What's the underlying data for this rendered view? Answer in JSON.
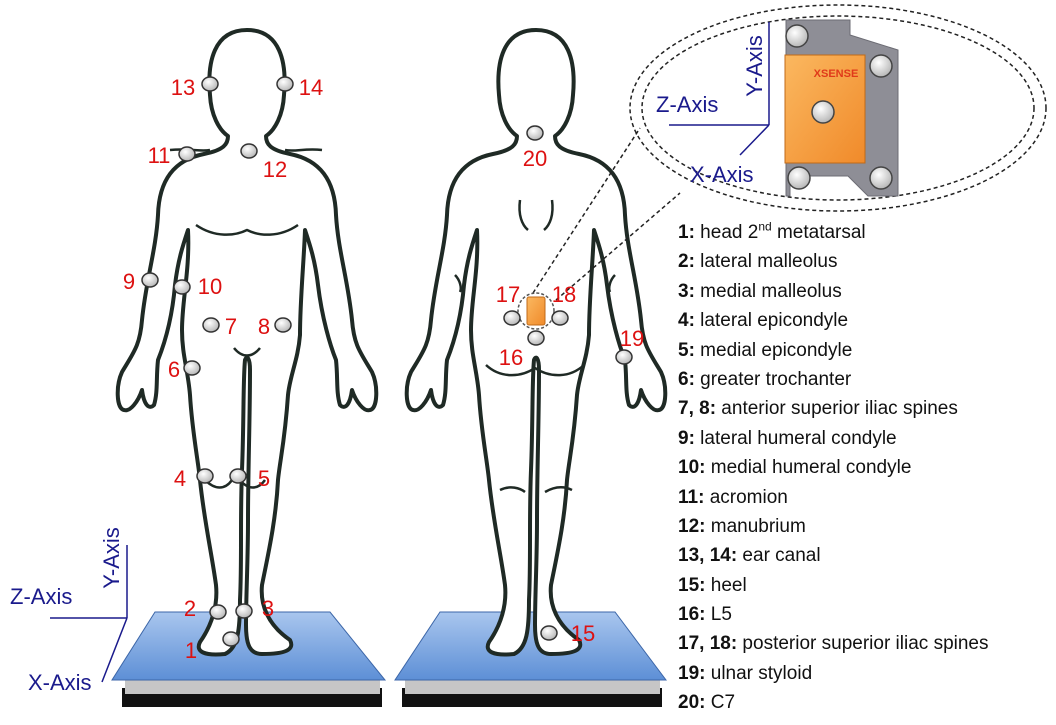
{
  "colors": {
    "marker_label": "#dd1111",
    "axis": "#1a1a8c",
    "skin_outline": "#1f2a25",
    "plate": "#6f9fdd",
    "sensor_body": "#f59a3c",
    "sensor_mount": "#8e8e96"
  },
  "axes_left": {
    "y": "Y-Axis",
    "z": "Z-Axis",
    "x": "X-Axis"
  },
  "axes_inset": {
    "y": "Y-Axis",
    "z": "Z-Axis",
    "x": "X-Axis"
  },
  "sensor": {
    "brand": "XSENSE"
  },
  "front_markers": [
    {
      "num": "1"
    },
    {
      "num": "2"
    },
    {
      "num": "3"
    },
    {
      "num": "4"
    },
    {
      "num": "5"
    },
    {
      "num": "6"
    },
    {
      "num": "7"
    },
    {
      "num": "8"
    },
    {
      "num": "9"
    },
    {
      "num": "10"
    },
    {
      "num": "11"
    },
    {
      "num": "12"
    },
    {
      "num": "13"
    },
    {
      "num": "14"
    }
  ],
  "back_markers": [
    {
      "num": "15"
    },
    {
      "num": "16"
    },
    {
      "num": "17"
    },
    {
      "num": "18"
    },
    {
      "num": "19"
    },
    {
      "num": "20"
    }
  ],
  "legend": [
    {
      "num": "1:",
      "text": "head 2",
      "sup": "nd",
      "tail": " metatarsal"
    },
    {
      "num": "2:",
      "text": "lateral malleolus"
    },
    {
      "num": "3:",
      "text": "medial malleolus"
    },
    {
      "num": "4:",
      "text": "lateral epicondyle"
    },
    {
      "num": "5:",
      "text": "medial epicondyle"
    },
    {
      "num": "6:",
      "text": "greater trochanter"
    },
    {
      "num": "7, 8:",
      "text": "anterior superior iliac spines"
    },
    {
      "num": "9:",
      "text": "lateral humeral condyle"
    },
    {
      "num": "10:",
      "text": "medial humeral condyle"
    },
    {
      "num": "11:",
      "text": "acromion"
    },
    {
      "num": "12:",
      "text": "manubrium"
    },
    {
      "num": "13, 14:",
      "text": "ear canal"
    },
    {
      "num": "15:",
      "text": "heel"
    },
    {
      "num": "16:",
      "text": "L5"
    },
    {
      "num": "17, 18:",
      "text": "posterior superior iliac spines"
    },
    {
      "num": "19:",
      "text": "ulnar styloid"
    },
    {
      "num": "20:",
      "text": "C7"
    }
  ]
}
